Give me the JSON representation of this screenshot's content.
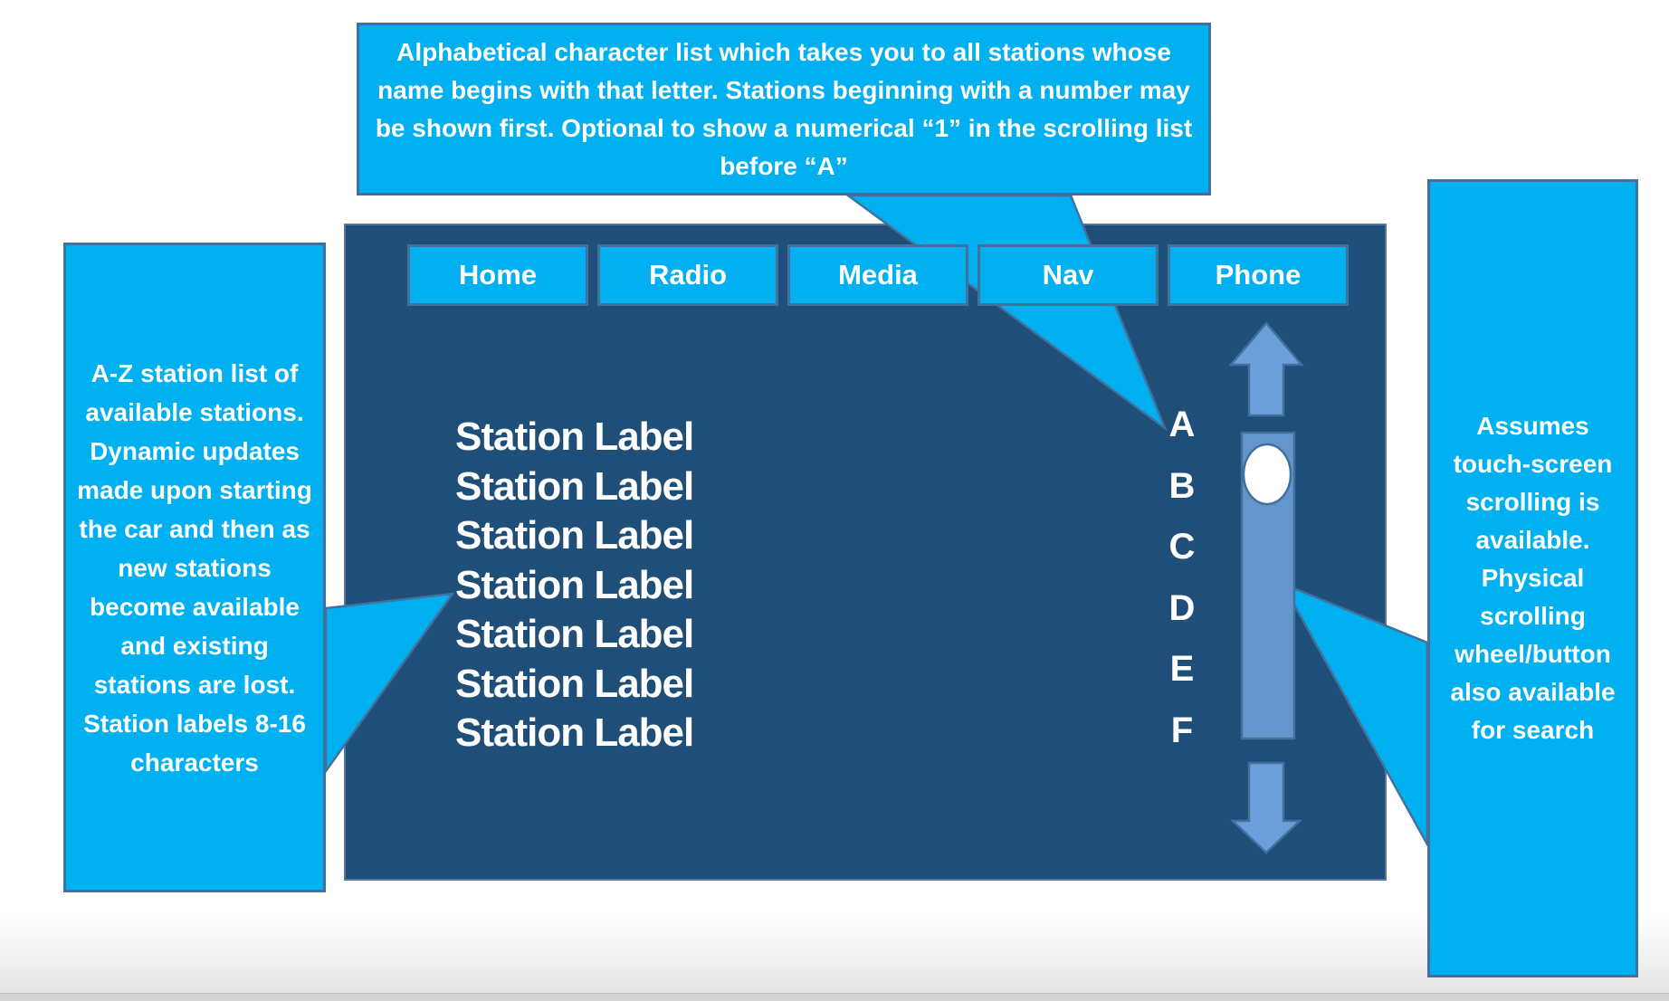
{
  "colors": {
    "accent": "#00b0f0",
    "panel": "#1f4e79",
    "shape-border": "#41719c",
    "scroll": "#6ca0dc",
    "scroll-track": "#6296cc",
    "thumb": "#ffffff"
  },
  "annotations": {
    "top_note": "Alphabetical character list which takes you to all stations whose name begins with that letter. Stations beginning with a number may be shown first. Optional to show a numerical “1” in the scrolling list before “A”",
    "left_note": "A-Z station list of available stations. Dynamic updates made upon starting the car and then as new stations become available and existing stations are lost. Station labels 8-16 characters",
    "right_note": "Assumes touch-screen scrolling is available. Physical scrolling wheel/button also available for search"
  },
  "infotainment": {
    "tabs": [
      "Home",
      "Radio",
      "Media",
      "Nav",
      "Phone"
    ],
    "stations": [
      "Station Label",
      "Station Label",
      "Station Label",
      "Station Label",
      "Station Label",
      "Station Label",
      "Station Label"
    ],
    "alphabet": [
      "A",
      "B",
      "C",
      "D",
      "E",
      "F"
    ]
  }
}
